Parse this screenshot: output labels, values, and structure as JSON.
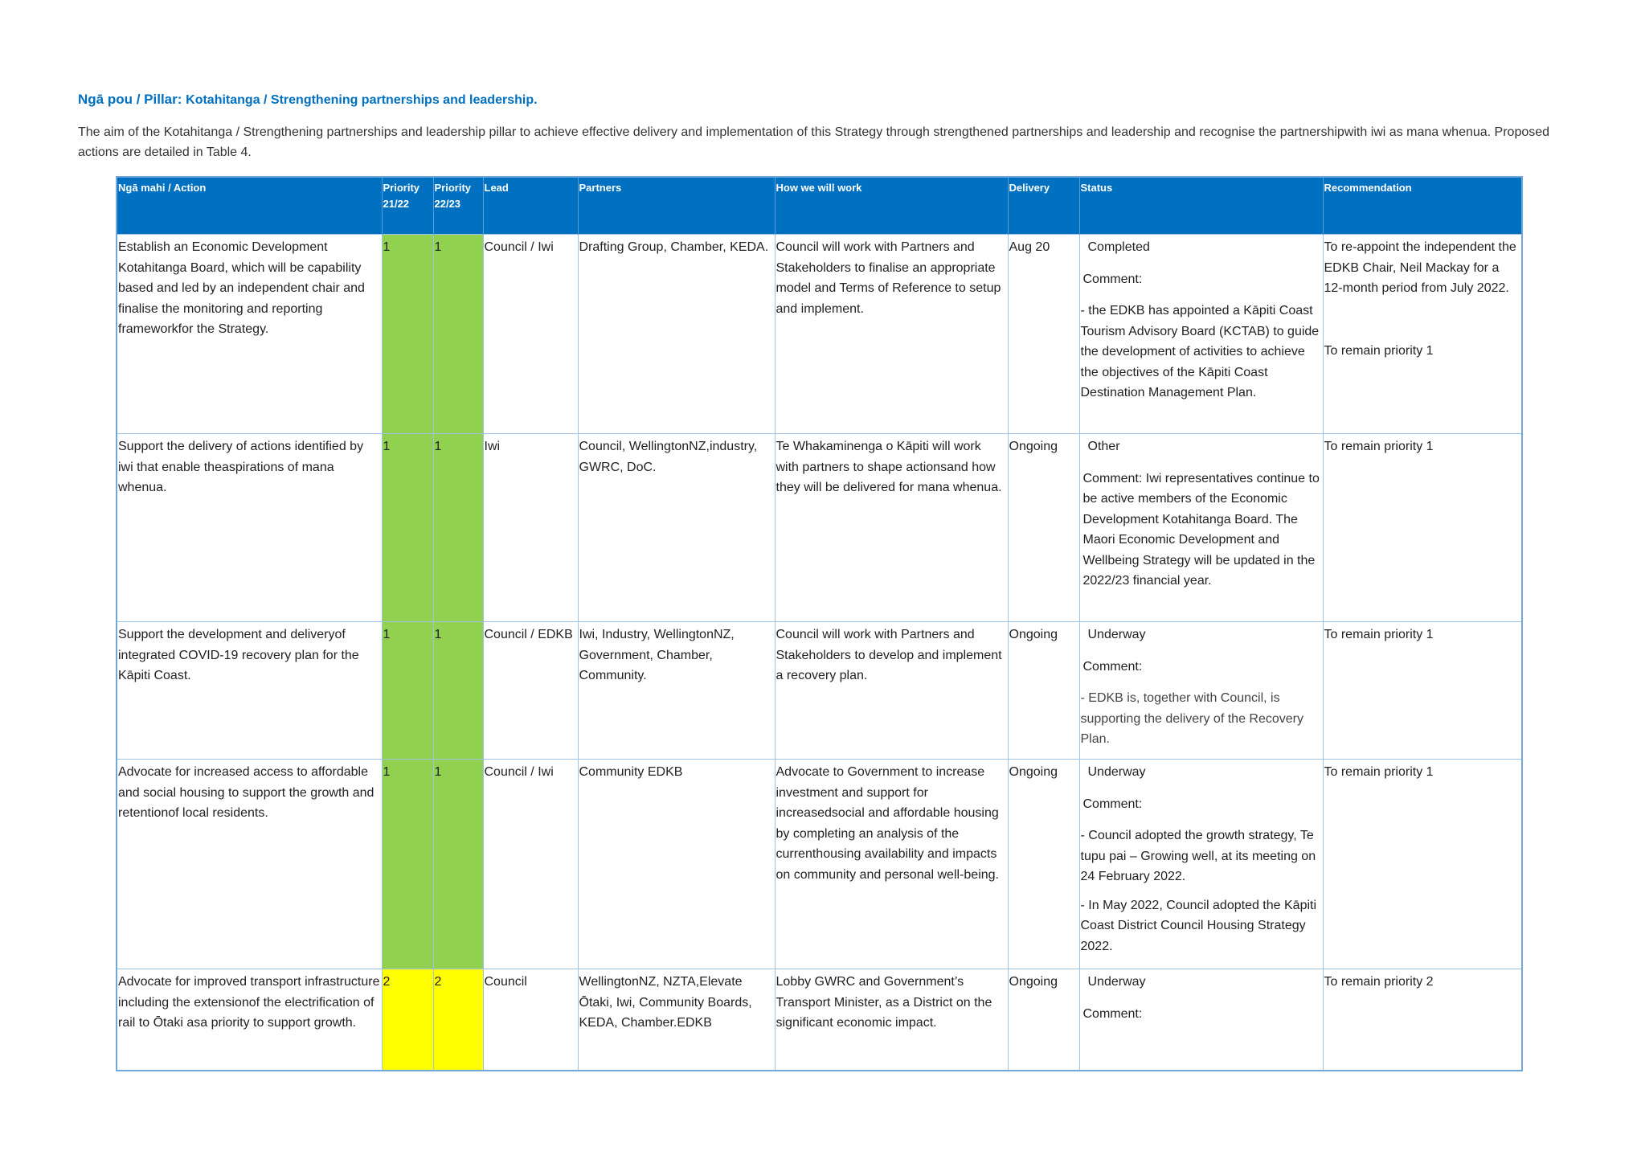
{
  "heading": {
    "prefix": "Ngā pou / Pillar:",
    "title": "Kotahitanga / Strengthening partnerships and leadership."
  },
  "intro": "The aim of the Kotahitanga / Strengthening partnerships and leadership pillar to achieve effective delivery and implementation of this Strategy through strengthened partnerships and leadership and recognise the partnershipwith iwi as mana whenua. Proposed actions are detailed in Table 4.",
  "table": {
    "headers": {
      "action": "Ngā mahi / Action",
      "p2122": "Priority 21/22",
      "p2223": "Priority 22/23",
      "lead": "Lead",
      "partners": "Partners",
      "how": "How we will work",
      "delivery": "Delivery",
      "status": "Status",
      "recommendation": "Recommendation"
    },
    "colors": {
      "header_bg": "#0070c0",
      "priority_1": "#92d050",
      "priority_2": "#ffff00"
    },
    "rows": [
      {
        "action": "Establish an Economic Development Kotahitanga Board, which will be capability based and led by an independent chair and finalise the monitoring and reporting frameworkfor the Strategy.",
        "p2122": "1",
        "p2223": "1",
        "lead": "Council / Iwi",
        "partners": "Drafting Group, Chamber, KEDA.",
        "how": "Council will work with Partners and Stakeholders to finalise an appropriate model and Terms of Reference to setup and implement.",
        "delivery": "Aug 20",
        "status": "Completed",
        "comment": "Comment:",
        "note1": "- the EDKB has appointed a Kāpiti Coast Tourism Advisory Board (KCTAB) to guide the development of activities to achieve the objectives of the Kāpiti Coast Destination Management Plan.",
        "rec": "To re-appoint the independent the EDKB Chair, Neil Mackay for a 12-month period from July 2022.",
        "rec2": "To remain priority 1"
      },
      {
        "action": "Support the delivery of actions identified by iwi that enable theaspirations of mana whenua.",
        "p2122": "1",
        "p2223": "1",
        "lead": "Iwi",
        "partners": "Council, WellingtonNZ,industry, GWRC, DoC.",
        "how": "Te Whakaminenga o Kāpiti will work with partners to shape actionsand how they will be delivered for mana whenua.",
        "delivery": "Ongoing",
        "status": "Other",
        "comment": "Comment: Iwi representatives continue to be active members of the Economic Development Kotahitanga Board. The Maori Economic Development and Wellbeing Strategy will be updated in the 2022/23 financial year.",
        "rec": "To remain priority 1"
      },
      {
        "action": "Support the development and deliveryof integrated COVID-19 recovery plan for the Kāpiti Coast.",
        "p2122": "1",
        "p2223": "1",
        "lead": "Council / EDKB",
        "partners": "Iwi, Industry, WellingtonNZ, Government, Chamber, Community.",
        "how": "Council will work with Partners and Stakeholders to develop and implement a recovery plan.",
        "delivery": "Ongoing",
        "status": "Underway",
        "comment": "Comment:",
        "note1": "- EDKB is, together with Council, is supporting the delivery of the Recovery Plan.",
        "rec": "To remain priority 1"
      },
      {
        "action": "Advocate for increased access to affordable and social housing to support the growth and retentionof local residents.",
        "p2122": "1",
        "p2223": "1",
        "lead": "Council / Iwi",
        "partners": "Community EDKB",
        "how": "Advocate to Government to increase investment and support for increasedsocial and affordable housing by completing an analysis of the currenthousing availability and impacts on community and personal well-being.",
        "delivery": "Ongoing",
        "status": "Underway",
        "comment": "Comment:",
        "note1": "- Council adopted the growth strategy, Te tupu pai – Growing well, at its meeting on 24 February 2022.",
        "note2": "- In May 2022, Council adopted the Kāpiti Coast District Council Housing Strategy 2022.",
        "rec": "To remain priority 1"
      },
      {
        "action": "Advocate for improved transport infrastructure including the extensionof the electrification of rail to Ōtaki asa priority to support growth.",
        "p2122": "2",
        "p2223": "2",
        "lead": "Council",
        "partners": "WellingtonNZ, NZTA,Elevate Ōtaki, Iwi, Community Boards, KEDA, Chamber.EDKB",
        "how": "Lobby GWRC and Government’s Transport Minister, as a District on the significant economic impact.",
        "delivery": "Ongoing",
        "status": "Underway",
        "comment": "Comment:",
        "rec": "To remain priority 2"
      }
    ]
  }
}
